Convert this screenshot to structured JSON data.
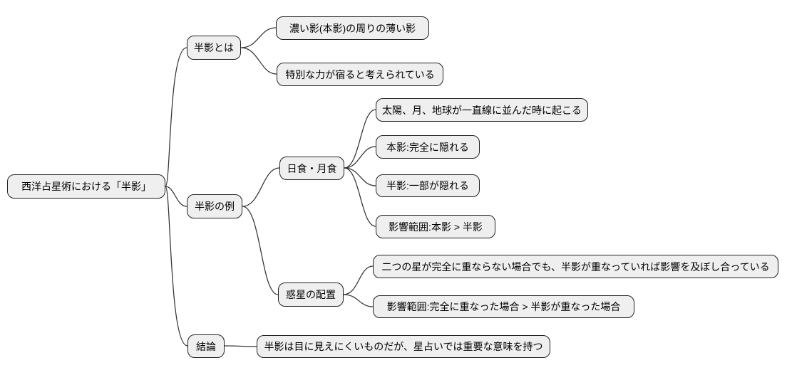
{
  "mindmap": {
    "type": "mindmap",
    "root": {
      "label": "西洋占星術における「半影」"
    },
    "branches": [
      {
        "label": "半影とは",
        "children": [
          {
            "label": "濃い影(本影)の周りの薄い影"
          },
          {
            "label": "特別な力が宿ると考えられている"
          }
        ]
      },
      {
        "label": "半影の例",
        "children": [
          {
            "label": "日食・月食",
            "children": [
              {
                "label": "太陽、月、地球が一直線に並んだ時に起こる"
              },
              {
                "label": "本影:完全に隠れる"
              },
              {
                "label": "半影:一部が隠れる"
              },
              {
                "label": "影響範囲:本影 > 半影"
              }
            ]
          },
          {
            "label": "惑星の配置",
            "children": [
              {
                "label": "二つの星が完全に重ならない場合でも、半影が重なっていれば影響を及ぼし合っている"
              },
              {
                "label": "影響範囲:完全に重なった場合 > 半影が重なった場合"
              }
            ]
          }
        ]
      },
      {
        "label": "結論",
        "children": [
          {
            "label": "半影は目に見えにくいものだが、星占いでは重要な意味を持つ"
          }
        ]
      }
    ],
    "colors": {
      "background": "#ffffff",
      "node_fill": "#efefef",
      "node_border": "#222222",
      "edge": "#333333",
      "text": "#000000"
    }
  }
}
